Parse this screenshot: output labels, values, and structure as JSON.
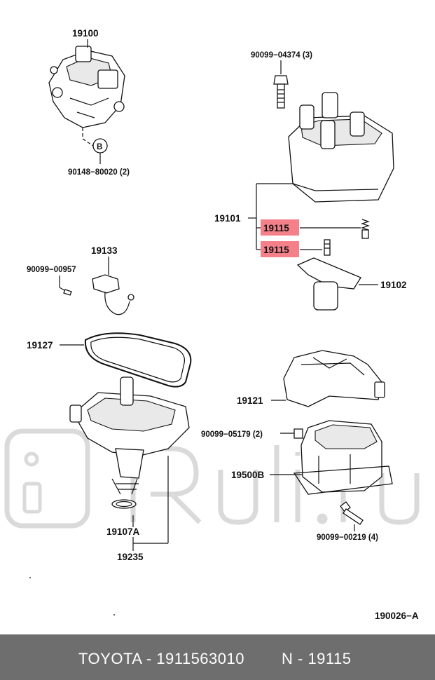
{
  "labels": {
    "p19100": "19100",
    "p90148": "90148−80020 (2)",
    "circleB": "B",
    "p19133": "19133",
    "p90099_00957": "90099−00957",
    "p19127": "19127",
    "p90099_04374": "90099−04374 (3)",
    "p19101": "19101",
    "p19115a": "19115",
    "p19115b": "19115",
    "p19102": "19102",
    "p19121": "19121",
    "p90099_05179": "90099−05179 (2)",
    "p19500B": "19500B",
    "p90099_00219": "90099−00219 (4)",
    "p19107A": "19107A",
    "p19235": "19235",
    "ref": "190026−A"
  },
  "footer": {
    "left": "TOYOTA - 1911563010",
    "right": "N - 19115"
  },
  "colors": {
    "highlight": "#f4808a",
    "footer_bg": "#6e6e6e"
  }
}
